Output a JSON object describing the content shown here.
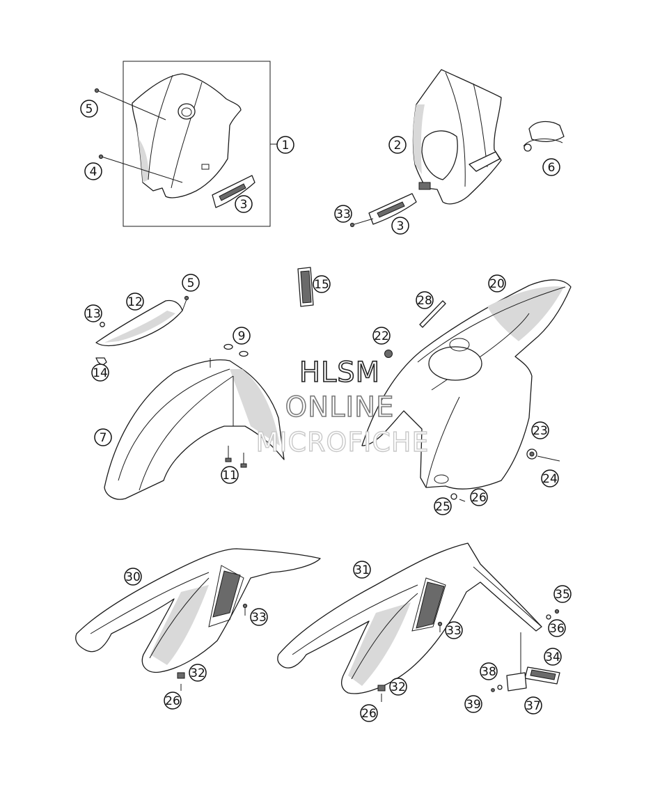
{
  "watermark": {
    "line1": "HLSM",
    "line2": "ONLINE",
    "line3": "MICROFICHE"
  },
  "callouts": [
    {
      "id": "c5a",
      "label": "5"
    },
    {
      "id": "c4",
      "label": "4"
    },
    {
      "id": "c1",
      "label": "1"
    },
    {
      "id": "c3a",
      "label": "3"
    },
    {
      "id": "c2",
      "label": "2"
    },
    {
      "id": "c6",
      "label": "6"
    },
    {
      "id": "c33a",
      "label": "33"
    },
    {
      "id": "c3b",
      "label": "3"
    },
    {
      "id": "c5b",
      "label": "5"
    },
    {
      "id": "c12",
      "label": "12"
    },
    {
      "id": "c13",
      "label": "13"
    },
    {
      "id": "c14",
      "label": "14"
    },
    {
      "id": "c15",
      "label": "15"
    },
    {
      "id": "c9",
      "label": "9"
    },
    {
      "id": "c7",
      "label": "7"
    },
    {
      "id": "c11",
      "label": "11"
    },
    {
      "id": "c20",
      "label": "20"
    },
    {
      "id": "c28",
      "label": "28"
    },
    {
      "id": "c22",
      "label": "22"
    },
    {
      "id": "c23",
      "label": "23"
    },
    {
      "id": "c24",
      "label": "24"
    },
    {
      "id": "c25",
      "label": "25"
    },
    {
      "id": "c26a",
      "label": "26"
    },
    {
      "id": "c30",
      "label": "30"
    },
    {
      "id": "c33b",
      "label": "33"
    },
    {
      "id": "c32a",
      "label": "32"
    },
    {
      "id": "c26b",
      "label": "26"
    },
    {
      "id": "c31",
      "label": "31"
    },
    {
      "id": "c33c",
      "label": "33"
    },
    {
      "id": "c32b",
      "label": "32"
    },
    {
      "id": "c26c",
      "label": "26"
    },
    {
      "id": "c35",
      "label": "35"
    },
    {
      "id": "c36",
      "label": "36"
    },
    {
      "id": "c34",
      "label": "34"
    },
    {
      "id": "c38",
      "label": "38"
    },
    {
      "id": "c39",
      "label": "39"
    },
    {
      "id": "c37",
      "label": "37"
    }
  ]
}
